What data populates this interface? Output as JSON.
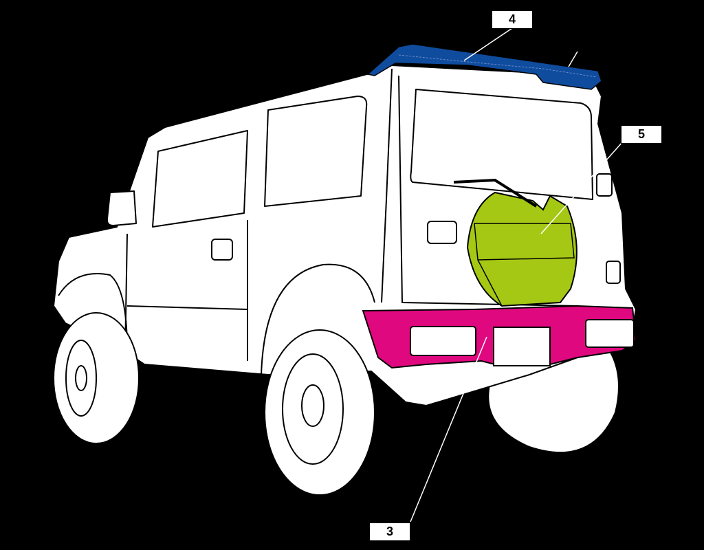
{
  "diagram": {
    "subject": "vehicle-rear-three-quarter-view",
    "callouts": [
      {
        "id": "callout-3",
        "label": "3",
        "part": "rear-bumper",
        "color": "#e0087f"
      },
      {
        "id": "callout-4",
        "label": "4",
        "part": "roof-spoiler",
        "color": "#0f4c9e"
      },
      {
        "id": "callout-5",
        "label": "5",
        "part": "spare-tire-cover",
        "color": "#a5c814"
      }
    ],
    "background": "#000000"
  }
}
